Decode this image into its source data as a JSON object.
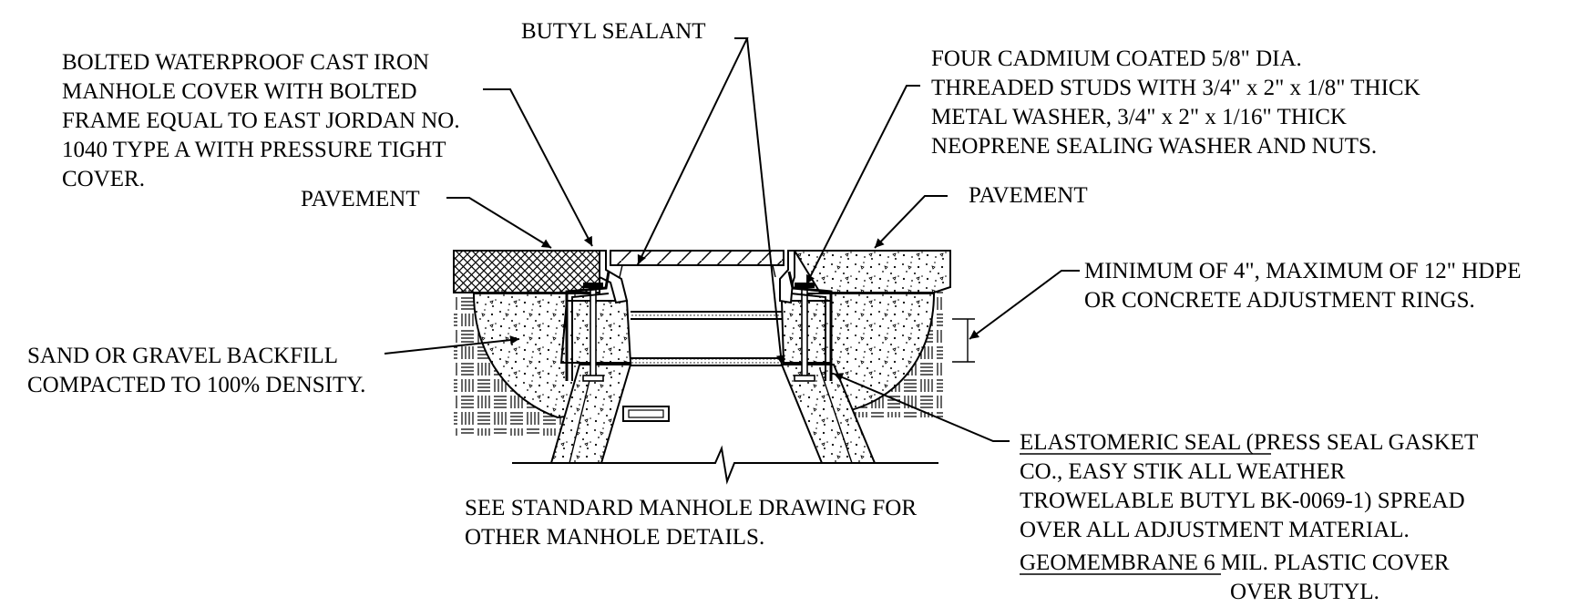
{
  "labels": {
    "butyl_sealant": "BUTYL SEALANT",
    "cover": [
      "BOLTED WATERPROOF CAST IRON",
      "MANHOLE COVER WITH BOLTED",
      "FRAME EQUAL TO EAST JORDAN NO.",
      "1040 TYPE A WITH PRESSURE TIGHT",
      "COVER."
    ],
    "studs": [
      "FOUR CADMIUM COATED 5/8\" DIA.",
      "THREADED STUDS WITH 3/4\" x 2\" x 1/8\" THICK",
      "METAL WASHER, 3/4\" x 2\" x 1/16\" THICK",
      "NEOPRENE SEALING WASHER AND NUTS."
    ],
    "pavement_left": "PAVEMENT",
    "pavement_right": "PAVEMENT",
    "rings": [
      "MINIMUM OF 4\", MAXIMUM OF 12\" HDPE",
      "OR CONCRETE ADJUSTMENT RINGS."
    ],
    "backfill": [
      "SAND OR GRAVEL BACKFILL",
      "COMPACTED TO 100% DENSITY."
    ],
    "see_standard": [
      "SEE STANDARD MANHOLE DRAWING FOR",
      "OTHER MANHOLE DETAILS."
    ],
    "seal_title": "ELASTOMERIC SEAL",
    "seal_rest": " (PRESS SEAL GASKET",
    "seal_lines": [
      "CO., EASY STIK ALL WEATHER",
      "TROWELABLE BUTYL BK-0069-1) SPREAD",
      "OVER ALL ADJUSTMENT  MATERIAL."
    ],
    "geo_title": "GEOMEMBRANE",
    "geo_rest": " 6 MIL. PLASTIC COVER",
    "geo_line2": "OVER BUTYL."
  }
}
